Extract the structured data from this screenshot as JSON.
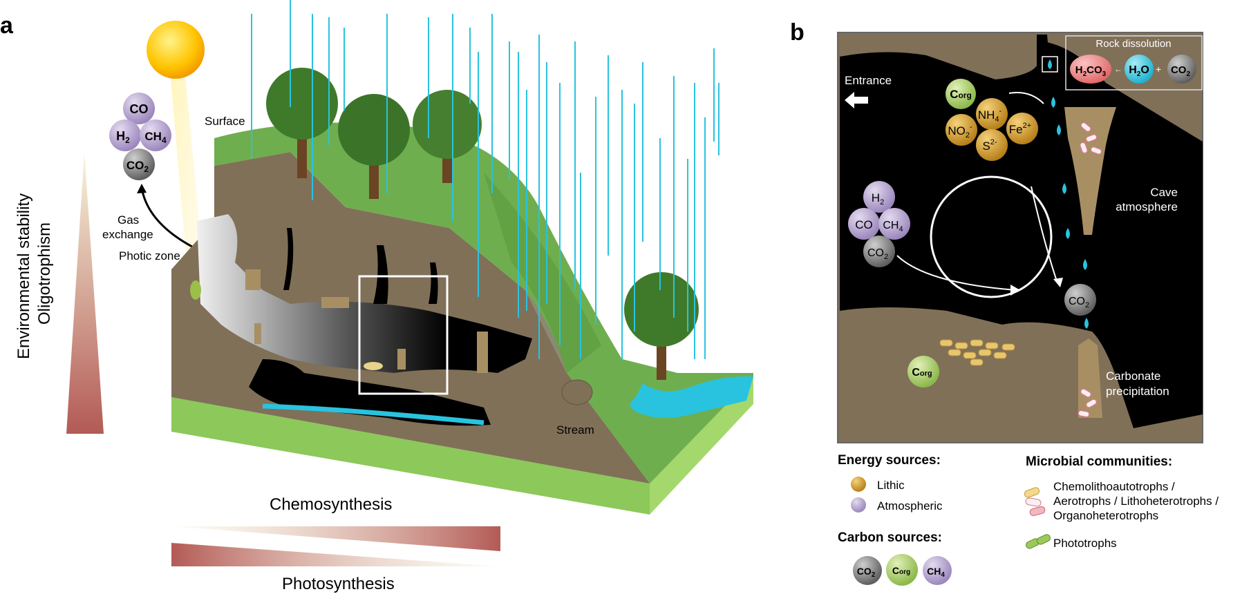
{
  "panel_a": {
    "letter": "a",
    "gas_molecules": {
      "co": "CO",
      "h2": "H",
      "h2_sub": "2",
      "ch4": "CH",
      "ch4_sub": "4",
      "co2": "CO",
      "co2_sub": "2"
    },
    "surface": "Surface",
    "gas_exchange_line1": "Gas",
    "gas_exchange_line2": "exchange",
    "photic_zone": "Photic zone",
    "stream": "Stream",
    "env_stability": "Environmental stability",
    "oligotrophism": "Oligotrophism",
    "chemosynthesis": "Chemosynthesis",
    "photosynthesis": "Photosynthesis"
  },
  "panel_b": {
    "letter": "b",
    "entrance": "Entrance",
    "rock_dissolution": "Rock dissolution",
    "h2co3": "H",
    "h2co3_sub": "2",
    "h2co3_tail": "CO",
    "h2co3_sub2": "3",
    "h2o": "H",
    "h2o_sub": "2",
    "h2o_tail": "O",
    "co2": "CO",
    "co2_sub": "2",
    "corg": "C",
    "corg_sub": "org",
    "nh4": "NH",
    "nh4_sub": "4",
    "nh4_sup": "-",
    "no2": "NO",
    "no2_sub": "2",
    "no2_sup": "-",
    "fe": "Fe",
    "fe_sup": "2+",
    "s": "S",
    "s_sup": "2-",
    "h2": "H",
    "h2_sub": "2",
    "co": "CO",
    "ch4": "CH",
    "ch4_sub": "4",
    "cave_atmosphere_line1": "Cave",
    "cave_atmosphere_line2": "atmosphere",
    "carbonate_line1": "Carbonate",
    "carbonate_line2": "precipitation"
  },
  "legend": {
    "energy_title": "Energy sources:",
    "lithic": "Lithic",
    "atmospheric": "Atmospheric",
    "carbon_title": "Carbon sources:",
    "microbial_title": "Microbial communities:",
    "chemo_line1": "Chemolithoautotrophs /",
    "chemo_line2": "Aerotrophs / Lithoheterotrophs /",
    "chemo_line3": "Organoheterotrophs",
    "phototrophs": "Phototrophs"
  },
  "colors": {
    "atmospheric": "#b7a6cf",
    "lithic": "#d19a2a",
    "co2": "#7a7a7a",
    "corg": "#a8cc5e",
    "h2co3": "#ef8f8f",
    "h2o": "#3cc5dd",
    "rock": "#807058",
    "grass": "#6fae4e",
    "water": "#29c3df"
  }
}
